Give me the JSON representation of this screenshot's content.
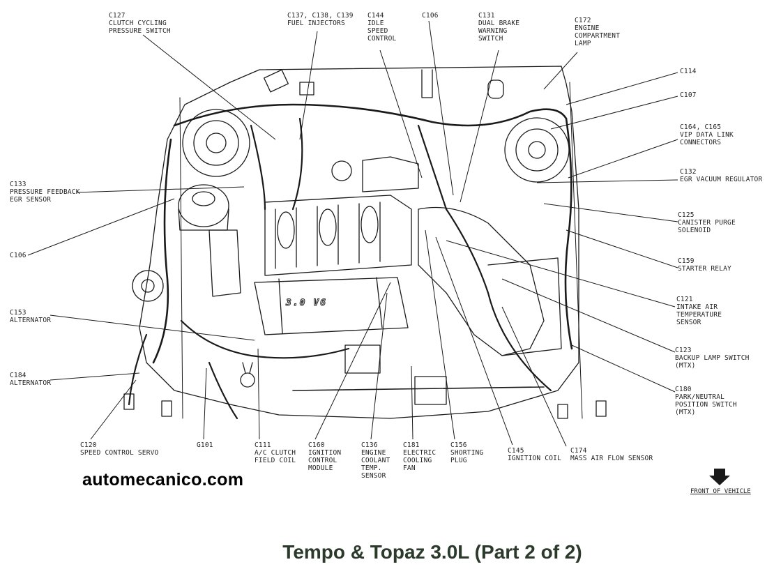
{
  "title": "Tempo & Topaz 3.0L (Part 2 of 2)",
  "watermark": "automecanico.com",
  "front_label": "FRONT OF VEHICLE",
  "engine_badge": "3.0 V6",
  "colors": {
    "ink": "#1a1a1a",
    "caption": "#2b3a2b",
    "background": "#ffffff"
  },
  "labels": [
    {
      "id": "c127",
      "lines": [
        "C127",
        "CLUTCH CYCLING",
        "PRESSURE SWITCH"
      ]
    },
    {
      "id": "c137",
      "lines": [
        "C137, C138, C139",
        "FUEL INJECTORS"
      ]
    },
    {
      "id": "c144",
      "lines": [
        "C144",
        "IDLE",
        "SPEED",
        "CONTROL"
      ]
    },
    {
      "id": "c106a",
      "lines": [
        "C106"
      ]
    },
    {
      "id": "c131",
      "lines": [
        "C131",
        "DUAL BRAKE",
        "WARNING",
        "SWITCH"
      ]
    },
    {
      "id": "c172",
      "lines": [
        "C172",
        "ENGINE",
        "COMPARTMENT",
        "LAMP"
      ]
    },
    {
      "id": "c114",
      "lines": [
        "C114"
      ]
    },
    {
      "id": "c107",
      "lines": [
        "C107"
      ]
    },
    {
      "id": "c164",
      "lines": [
        "C164, C165",
        "VIP DATA LINK",
        "CONNECTORS"
      ]
    },
    {
      "id": "c132",
      "lines": [
        "C132",
        "EGR VACUUM REGULATOR"
      ]
    },
    {
      "id": "c125",
      "lines": [
        "C125",
        "CANISTER PURGE",
        "SOLENOID"
      ]
    },
    {
      "id": "c159",
      "lines": [
        "C159",
        "STARTER RELAY"
      ]
    },
    {
      "id": "c121",
      "lines": [
        "C121",
        "INTAKE AIR",
        "TEMPERATURE",
        "SENSOR"
      ]
    },
    {
      "id": "c123",
      "lines": [
        "C123",
        "BACKUP LAMP SWITCH",
        "(MTX)"
      ]
    },
    {
      "id": "c180",
      "lines": [
        "C180",
        "PARK/NEUTRAL",
        "POSITION SWITCH",
        "(MTX)"
      ]
    },
    {
      "id": "c133",
      "lines": [
        "C133",
        "PRESSURE FEEDBACK",
        "EGR SENSOR"
      ]
    },
    {
      "id": "c106b",
      "lines": [
        "C106"
      ]
    },
    {
      "id": "c153",
      "lines": [
        "C153",
        "ALTERNATOR"
      ]
    },
    {
      "id": "c184",
      "lines": [
        "C184",
        "ALTERNATOR"
      ]
    },
    {
      "id": "c120",
      "lines": [
        "C120",
        "SPEED CONTROL SERVO"
      ]
    },
    {
      "id": "g101",
      "lines": [
        "G101"
      ]
    },
    {
      "id": "c111",
      "lines": [
        "C111",
        "A/C CLUTCH",
        "FIELD COIL"
      ]
    },
    {
      "id": "c160",
      "lines": [
        "C160",
        "IGNITION",
        "CONTROL",
        "MODULE"
      ]
    },
    {
      "id": "c136",
      "lines": [
        "C136",
        "ENGINE",
        "COOLANT",
        "TEMP.",
        "SENSOR"
      ]
    },
    {
      "id": "c181",
      "lines": [
        "C181",
        "ELECTRIC",
        "COOLING",
        "FAN"
      ]
    },
    {
      "id": "c156",
      "lines": [
        "C156",
        "SHORTING",
        "PLUG"
      ]
    },
    {
      "id": "c145",
      "lines": [
        "C145",
        "IGNITION COIL"
      ]
    },
    {
      "id": "c174",
      "lines": [
        "C174",
        "MASS AIR FLOW SENSOR"
      ]
    }
  ]
}
